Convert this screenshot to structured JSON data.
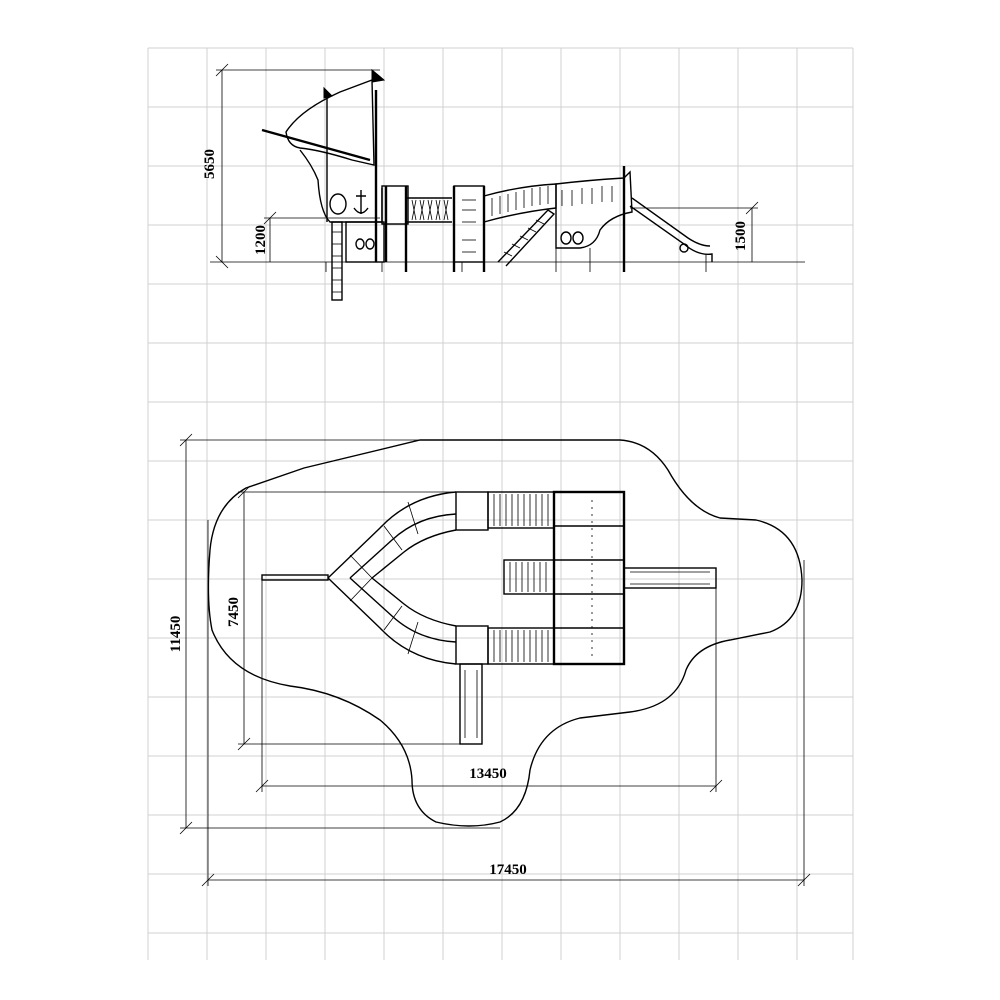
{
  "elevation": {
    "height_total": "5650",
    "platform_height_left": "1200",
    "platform_height_right": "1500"
  },
  "plan": {
    "overall_length": "17450",
    "overall_width": "11450",
    "equipment_length": "13450",
    "equipment_width": "7450"
  }
}
